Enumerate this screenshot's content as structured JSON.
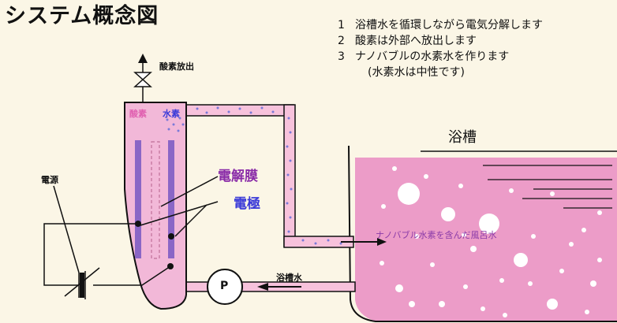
{
  "title": "システム概念図",
  "notes": [
    {
      "num": "1",
      "text": "浴槽水を循環しながら電気分解します"
    },
    {
      "num": "2",
      "text": "酸素は外部へ放出します"
    },
    {
      "num": "3",
      "text": "ナノバブルの水素水を作ります"
    }
  ],
  "note_sub": "(水素水は中性です)",
  "labels": {
    "oxygen_release": "酸素放出",
    "oxygen": "酸素",
    "hydrogen": "水素",
    "membrane": "電解膜",
    "electrode": "電極",
    "power_source": "電源",
    "bathtub": "浴槽",
    "hydrogen_water": "ナノバブル水素を含んだ風呂水",
    "bath_water": "浴槽水",
    "pump": "P"
  },
  "colors": {
    "background": "#fbf6e6",
    "tank_pink": "#f2b8d8",
    "pipe_pink": "#f7c2dc",
    "water_pink": "#ec9cc8",
    "electrode_purple": "#8a66c6",
    "text_blue": "#3a3ad8",
    "text_purple": "#8a2ca8"
  }
}
